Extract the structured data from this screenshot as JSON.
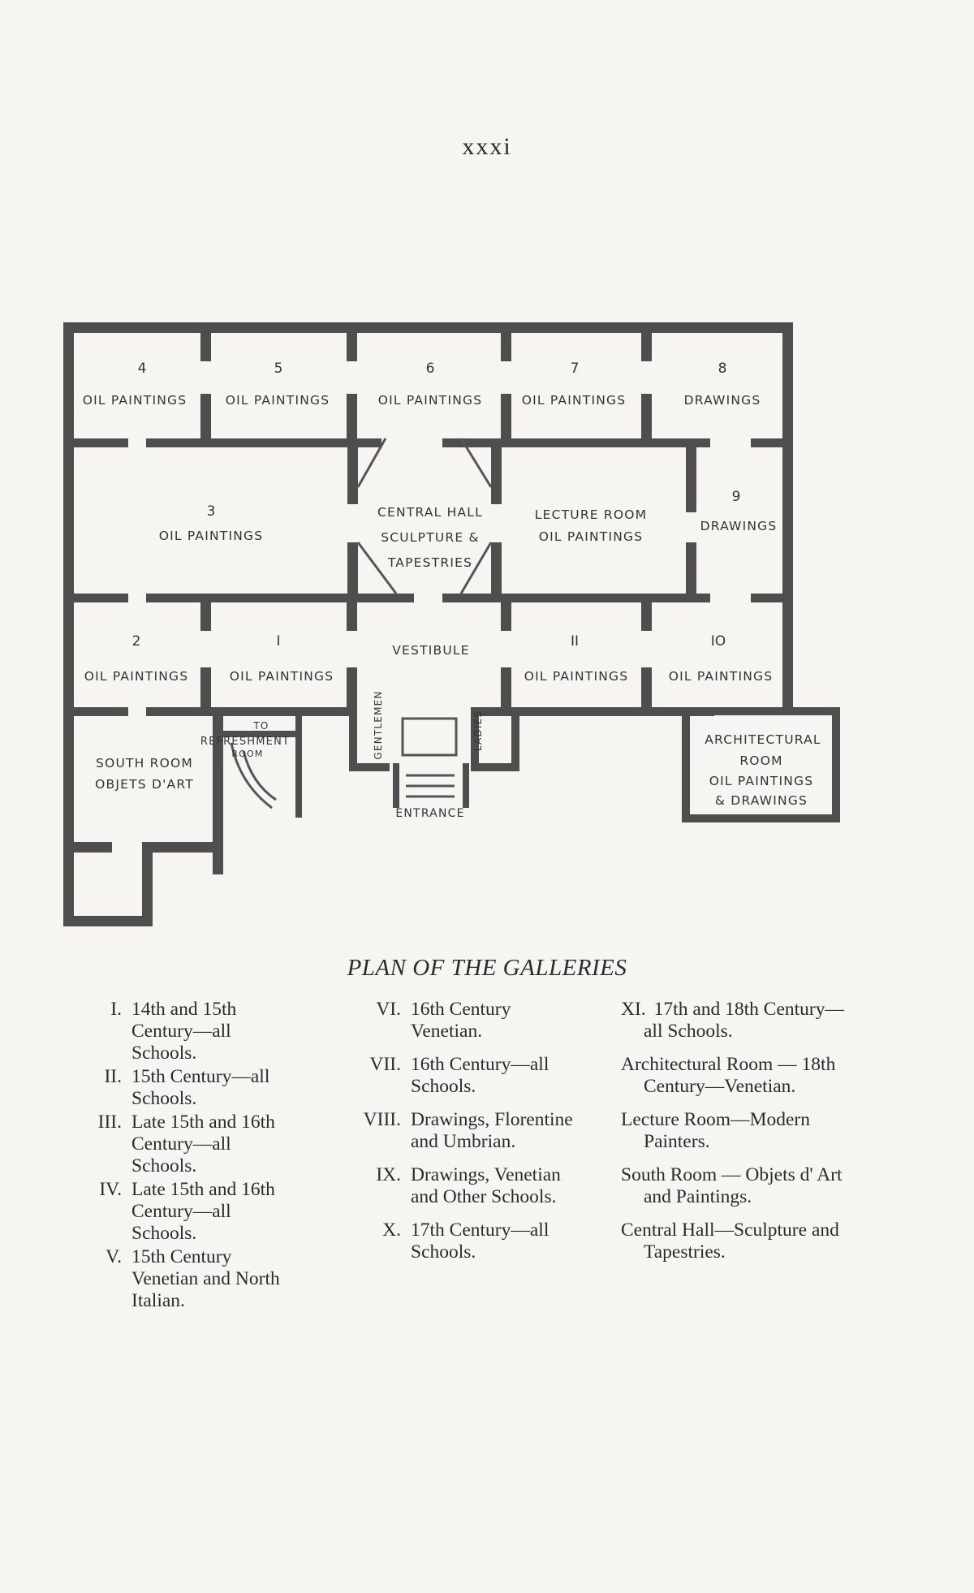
{
  "page_number": "xxxi",
  "caption": "PLAN OF THE GALLERIES",
  "plan": {
    "rooms": {
      "r4": {
        "number": "4",
        "label": "OIL PAINTINGS"
      },
      "r5": {
        "number": "5",
        "label": "OIL PAINTINGS"
      },
      "r6": {
        "number": "6",
        "label": "OIL PAINTINGS"
      },
      "r7": {
        "number": "7",
        "label": "OIL PAINTINGS"
      },
      "r8": {
        "number": "8",
        "label": "DRAWINGS"
      },
      "r3": {
        "number": "3",
        "label": "OIL PAINTINGS"
      },
      "central": {
        "line1": "CENTRAL HALL",
        "line2": "SCULPTURE &",
        "line3": "TAPESTRIES"
      },
      "lecture": {
        "line1": "LECTURE ROOM",
        "line2": "OIL PAINTINGS"
      },
      "r9": {
        "number": "9",
        "label": "DRAWINGS"
      },
      "r2": {
        "number": "2",
        "label": "OIL PAINTINGS"
      },
      "r1": {
        "number": "I",
        "label": "OIL PAINTINGS"
      },
      "vestibule": {
        "label": "VESTIBULE"
      },
      "r11": {
        "number": "II",
        "label": "OIL PAINTINGS"
      },
      "r10": {
        "number": "IO",
        "label": "OIL PAINTINGS"
      },
      "south": {
        "line1": "SOUTH ROOM",
        "line2": "OBJETS D'ART"
      },
      "refreshment": {
        "line1": "TO",
        "line2": "REFRESHMENT",
        "line3": "ROOM"
      },
      "gentlemen": {
        "label": "GENTLEMEN"
      },
      "ladies": {
        "label": "LADIES"
      },
      "entrance": {
        "label": "ENTRANCE"
      },
      "architectural": {
        "line1": "ARCHITECTURAL",
        "line2": "ROOM",
        "line3": "OIL PAINTINGS",
        "line4": "& DRAWINGS"
      }
    }
  },
  "legend": {
    "col1": [
      {
        "numeral": "I.",
        "text": "14th and 15th Century—all Schools."
      },
      {
        "numeral": "II.",
        "text": "15th Century—all Schools."
      },
      {
        "numeral": "III.",
        "text": "Late 15th and 16th Century—all Schools."
      },
      {
        "numeral": "IV.",
        "text": "Late 15th and 16th Century—all Schools."
      },
      {
        "numeral": "V.",
        "text": "15th Century Venetian and North Italian."
      }
    ],
    "col2": [
      {
        "numeral": "VI.",
        "text": "16th Century Venetian."
      },
      {
        "numeral": "VII.",
        "text": "16th Century—all Schools."
      },
      {
        "numeral": "VIII.",
        "text": "Drawings, Florentine and Umbrian."
      },
      {
        "numeral": "IX.",
        "text": "Drawings, Venetian and Other Schools."
      },
      {
        "numeral": "X.",
        "text": "17th Century—all Schools."
      }
    ],
    "col3": [
      {
        "numeral": "XI.",
        "text": "17th and 18th Century—all Schools."
      },
      {
        "numeral": "",
        "text": "Architectural Room — 18th Century—Venetian."
      },
      {
        "numeral": "",
        "text": "Lecture Room—Modern Painters."
      },
      {
        "numeral": "",
        "text": "South Room — Objets d' Art and Paintings."
      },
      {
        "numeral": "",
        "text": "Central Hall—Sculpture and Tapestries."
      }
    ]
  }
}
